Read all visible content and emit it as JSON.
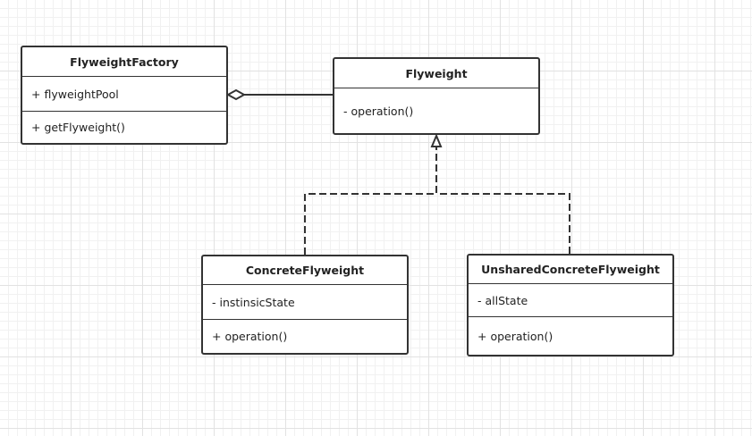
{
  "diagram": {
    "classes": {
      "factory": {
        "name": "FlyweightFactory",
        "attribute": "+ flyweightPool",
        "operation": "+ getFlyweight()"
      },
      "flyweight": {
        "name": "Flyweight",
        "operation": "- operation()"
      },
      "concrete": {
        "name": "ConcreteFlyweight",
        "attribute": "- instinsicState",
        "operation": "+ operation()"
      },
      "unshared": {
        "name": "UnsharedConcreteFlyweight",
        "attribute": "- allState",
        "operation": "+ operation()"
      }
    },
    "relationships": [
      {
        "type": "aggregation",
        "from": "FlyweightFactory",
        "to": "Flyweight"
      },
      {
        "type": "realization",
        "from": "ConcreteFlyweight",
        "to": "Flyweight"
      },
      {
        "type": "realization",
        "from": "UnsharedConcreteFlyweight",
        "to": "Flyweight"
      }
    ],
    "colors": {
      "line": "#333333",
      "grid": "#e2e2e2",
      "background": "#ffffff"
    }
  }
}
